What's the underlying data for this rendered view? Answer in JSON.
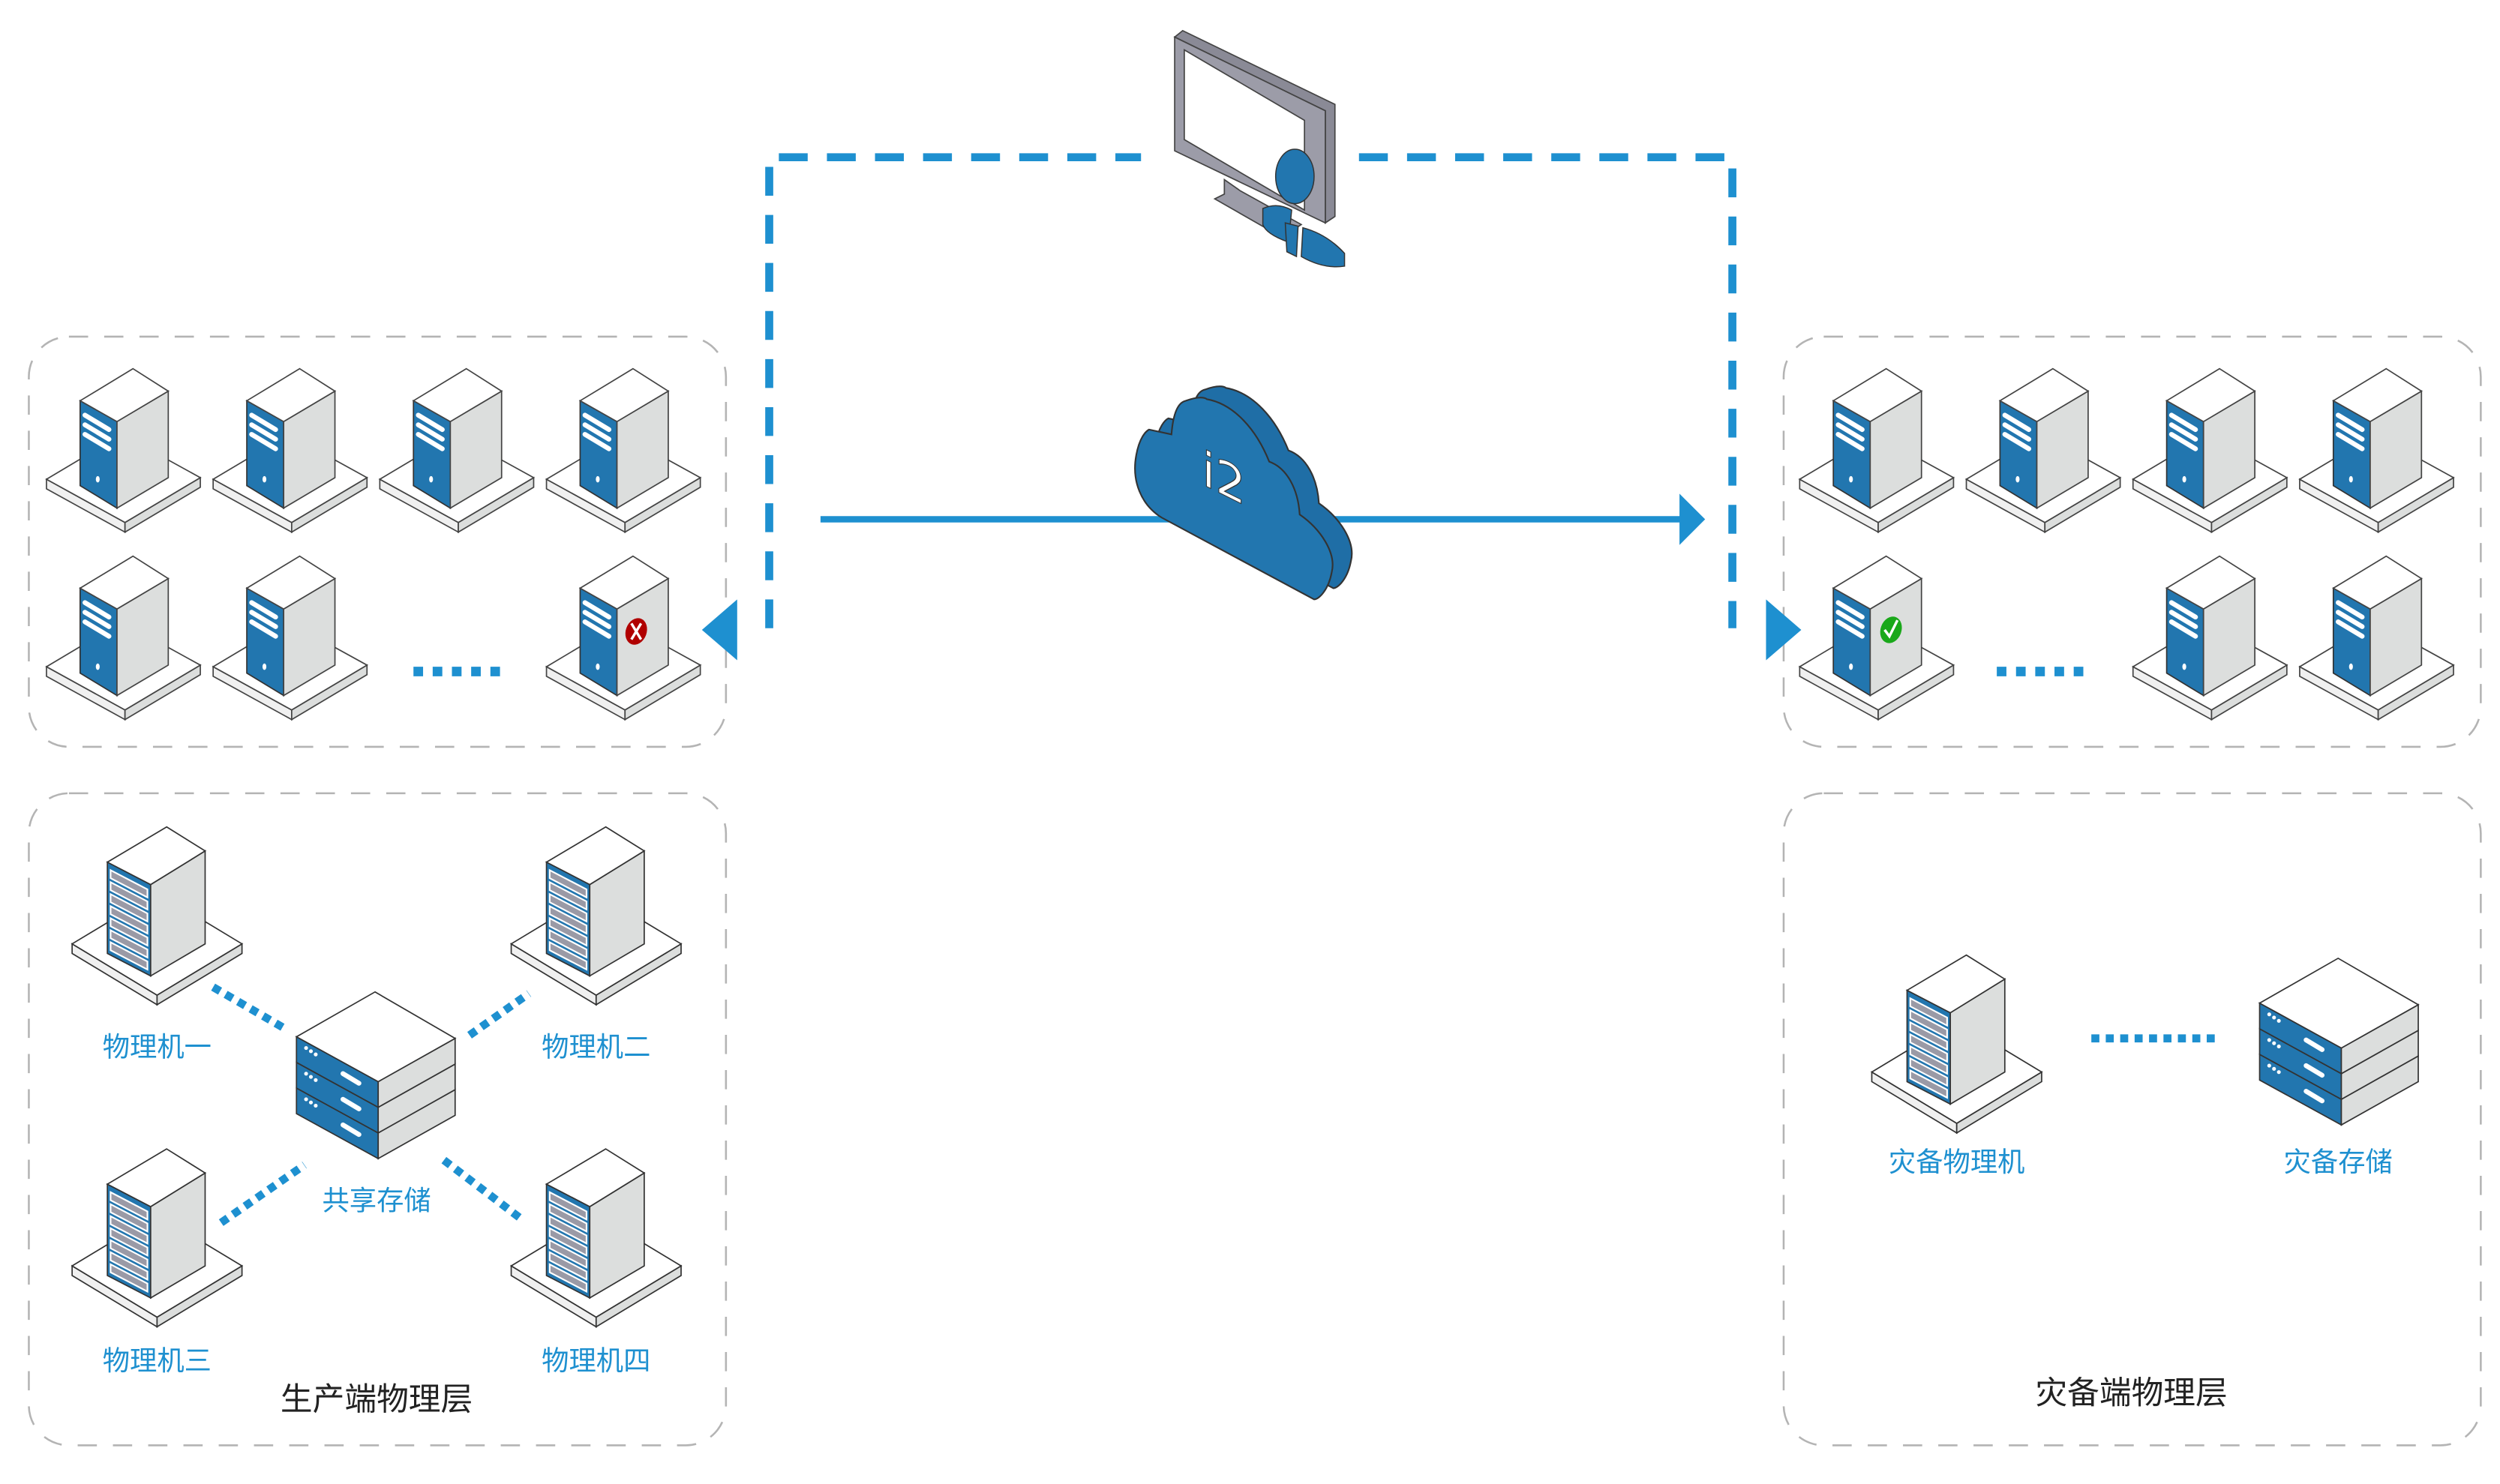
{
  "colors": {
    "accent": "#1e90d0",
    "server_blue": "#2276af",
    "server_gray": "#dcdedd",
    "monitor_gray": "#9c9ca8",
    "fail": "#b00000",
    "ok": "#1aa81a",
    "box_border": "#b4b4b4"
  },
  "logo": {
    "cloud_text": "i2"
  },
  "production": {
    "title": "生产端物理层",
    "hosts": [
      "物理机一",
      "物理机二",
      "物理机三",
      "物理机四"
    ],
    "storage": "共享存储",
    "failed_server_status": "x-icon"
  },
  "disaster_recovery": {
    "title": "灾备端物理层",
    "host": "灾备物理机",
    "storage": "灾备存储",
    "recovered_server_status": "check-icon"
  }
}
